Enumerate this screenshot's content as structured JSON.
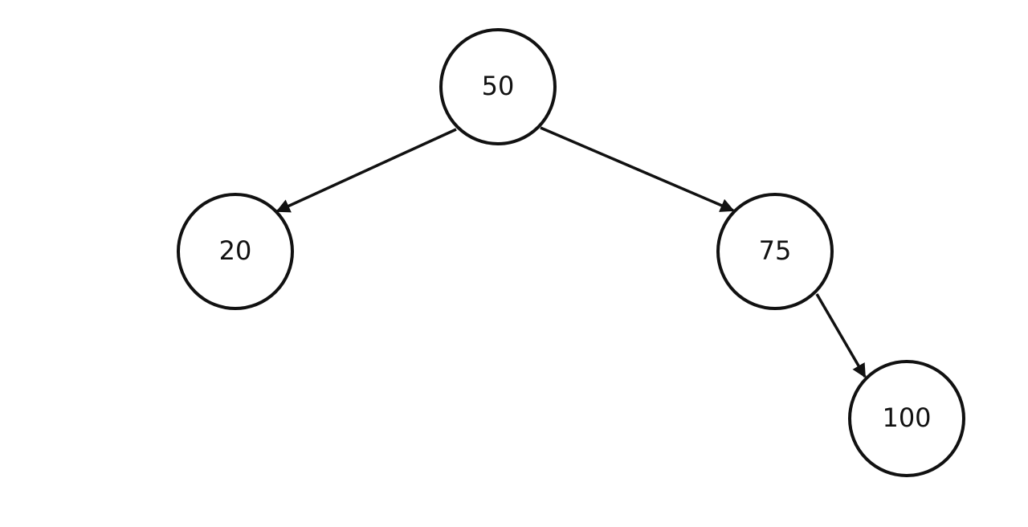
{
  "tree": {
    "nodes": [
      {
        "id": "n50",
        "label": "50"
      },
      {
        "id": "n20",
        "label": "20"
      },
      {
        "id": "n75",
        "label": "75"
      },
      {
        "id": "n100",
        "label": "100"
      }
    ],
    "edges": [
      {
        "from": "n50",
        "to": "n20"
      },
      {
        "from": "n50",
        "to": "n75"
      },
      {
        "from": "n75",
        "to": "n100"
      }
    ]
  },
  "colors": {
    "stroke": "#111111",
    "fill": "#ffffff",
    "background": "#ffffff"
  }
}
